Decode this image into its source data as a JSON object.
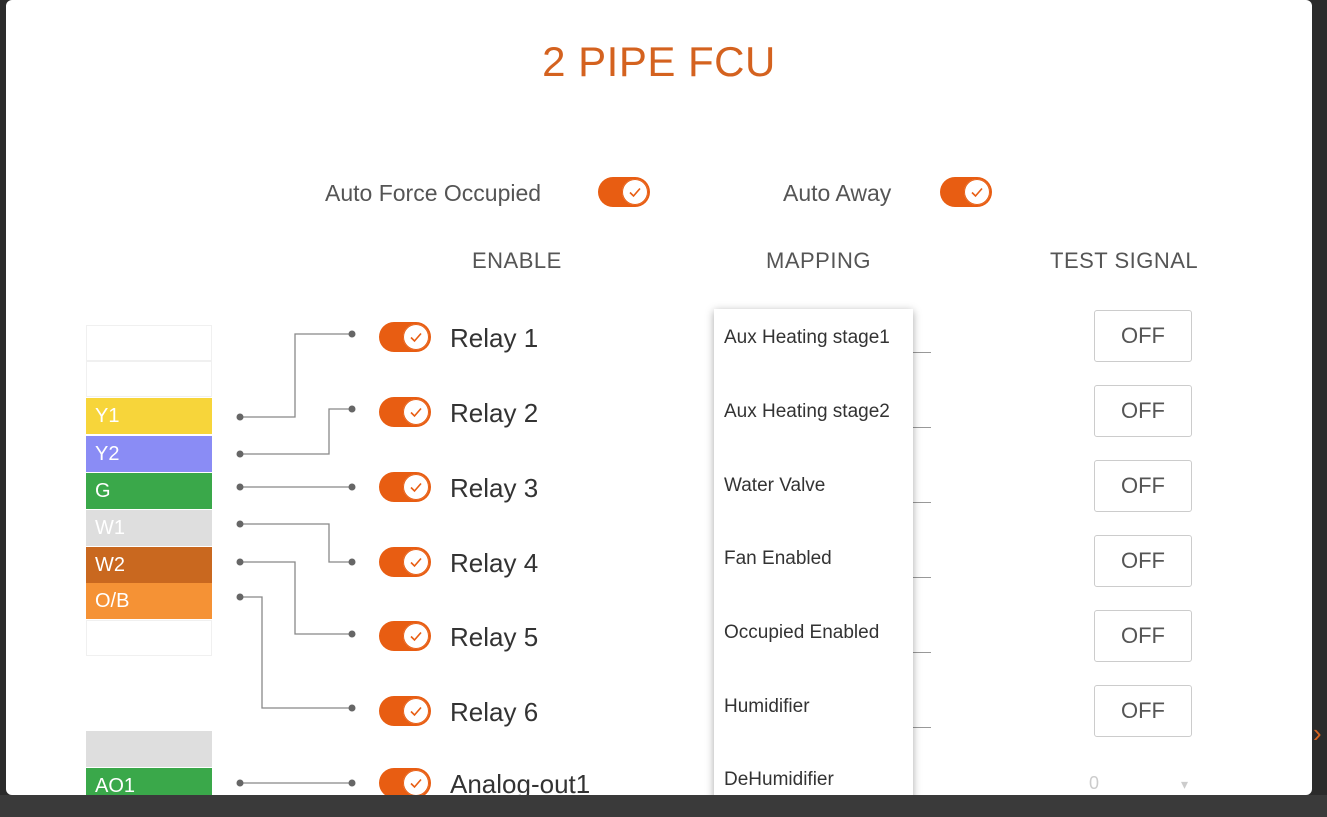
{
  "title": "2 PIPE FCU",
  "auto_force_occupied": {
    "label": "Auto Force Occupied",
    "on": true
  },
  "auto_away": {
    "label": "Auto Away",
    "on": true
  },
  "headers": {
    "enable": "ENABLE",
    "mapping": "MAPPING",
    "test_signal": "TEST SIGNAL"
  },
  "relays": [
    {
      "label": "Relay 1",
      "on": true,
      "test": "OFF"
    },
    {
      "label": "Relay 2",
      "on": true,
      "test": "OFF"
    },
    {
      "label": "Relay 3",
      "on": true,
      "test": "OFF"
    },
    {
      "label": "Relay 4",
      "on": true,
      "test": "OFF"
    },
    {
      "label": "Relay 5",
      "on": true,
      "test": "OFF"
    },
    {
      "label": "Relay 6",
      "on": true,
      "test": "OFF"
    },
    {
      "label": "Analog-out1",
      "on": true,
      "test": "0"
    }
  ],
  "mapping_options": [
    "Aux Heating stage1",
    "Aux Heating stage2",
    "Water Valve",
    "Fan Enabled",
    "Occupied Enabled",
    "Humidifier",
    "DeHumidifier"
  ],
  "wires": [
    {
      "label": "",
      "color": ""
    },
    {
      "label": "",
      "color": ""
    },
    {
      "label": "Y1",
      "color": "#f7d53a"
    },
    {
      "label": "Y2",
      "color": "#8a8cf5"
    },
    {
      "label": "G",
      "color": "#3aa84a"
    },
    {
      "label": "W1",
      "color": "#dedede"
    },
    {
      "label": "W2",
      "color": "#c9681f"
    },
    {
      "label": "O/B",
      "color": "#f59235"
    },
    {
      "label": "",
      "color": ""
    }
  ],
  "analog_wires": [
    {
      "label": "",
      "color": "#dedede"
    },
    {
      "label": "AO1",
      "color": "#3aa84a"
    }
  ],
  "accent_color": "#e85d12"
}
